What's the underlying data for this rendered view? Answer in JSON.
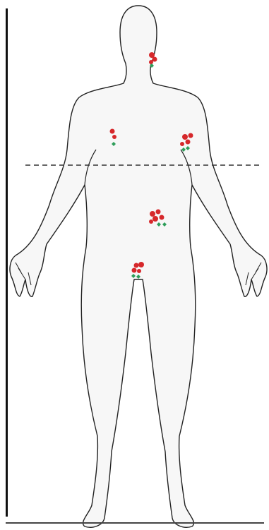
{
  "figure": {
    "marker_color_red": "#d6282b",
    "marker_color_green": "#2e9e5a",
    "outline_color": "#222222",
    "guide_line": "dashed-horizontal",
    "cluster_names": [
      "neck-lymph-node-cluster",
      "left-chest-cluster",
      "right-axilla-cluster",
      "abdomen-cluster",
      "groin-cluster"
    ]
  }
}
